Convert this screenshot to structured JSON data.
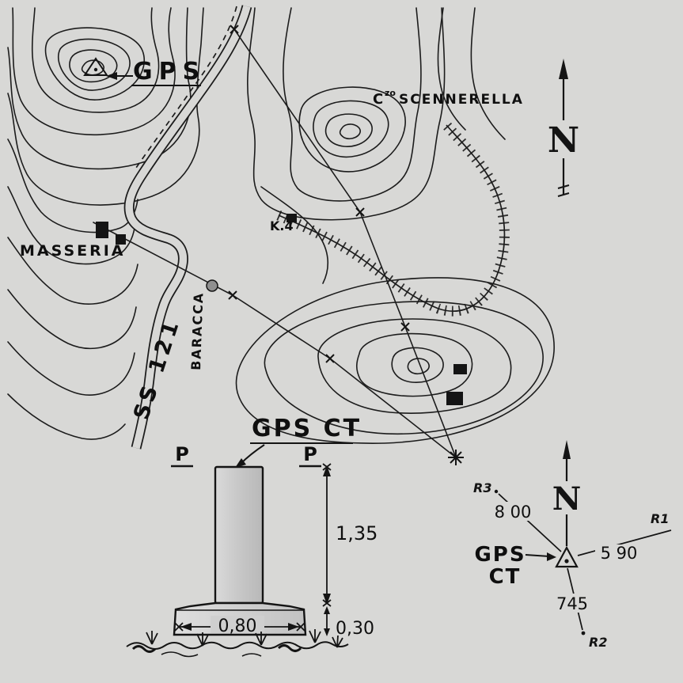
{
  "page": {
    "background": "#d8d8d6",
    "ink": "#141414",
    "concrete": "#c6c6c6"
  },
  "map": {
    "gps_label": "GPS",
    "masseria": "MASSERIA",
    "road": "SS 121",
    "km_marker": "K.4",
    "baracca": "BARACCA",
    "hill": {
      "prefix": "C",
      "sup": "zo",
      "name": "SCENNERELLA"
    }
  },
  "compass": {
    "n": "N"
  },
  "section": {
    "title": "GPS CT",
    "p_left": "P",
    "p_right": "P",
    "dims": {
      "height": "1,35",
      "width": "0,80",
      "base_height": "0,30"
    }
  },
  "station": {
    "name_top": "GPS",
    "name_bottom": "CT",
    "refs": {
      "r1": {
        "label": "R1",
        "distance": "5 90"
      },
      "r2": {
        "label": "R2",
        "distance": "745"
      },
      "r3": {
        "label": "R3",
        "distance": "8 00"
      }
    }
  }
}
